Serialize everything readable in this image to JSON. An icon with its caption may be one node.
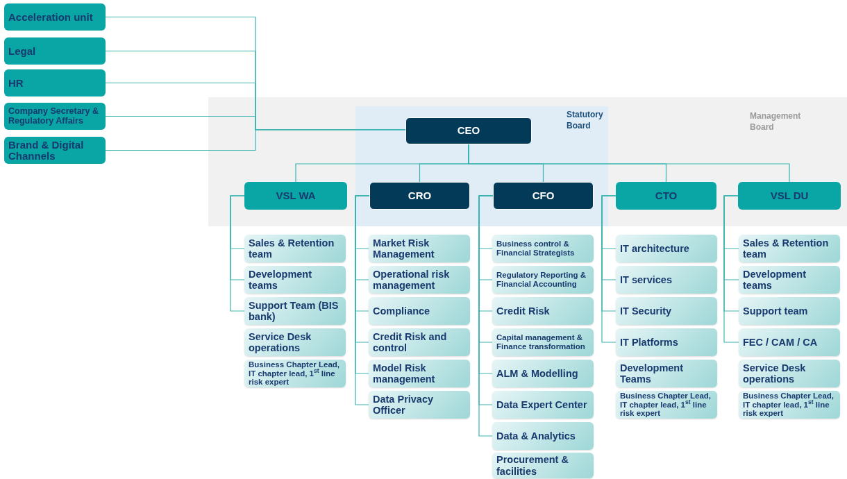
{
  "diagram": {
    "nodes": [
      {
        "text": [
          "Acceleration unit"
        ]
      },
      {
        "text": [
          "Legal"
        ]
      },
      {
        "text": [
          "HR"
        ]
      },
      {
        "text": [
          "Company Secretary & Regulatory Affairs"
        ]
      },
      {
        "text": [
          "Brand & Digital Channels"
        ]
      },
      {
        "text": [
          "Management Board"
        ]
      },
      {
        "text": [
          "Statutory Board"
        ],
        "in": 5
      },
      {
        "text": [
          "CEO"
        ],
        "in": 6
      },
      {
        "text": [
          "VSL WA"
        ],
        "in": 5
      },
      {
        "text": [
          "CRO"
        ],
        "in": 6
      },
      {
        "text": [
          "CFO"
        ],
        "in": 6
      },
      {
        "text": [
          "CTO"
        ],
        "in": 5
      },
      {
        "text": [
          "VSL DU"
        ],
        "in": 5
      },
      {
        "text": [
          "Sales & Retention team"
        ]
      },
      {
        "text": [
          "Development teams"
        ]
      },
      {
        "text": [
          "Support Team (BIS bank)"
        ]
      },
      {
        "text": [
          "Service Desk operations"
        ]
      },
      {
        "text": [
          "Business Chapter Lead, IT chapter lead, 1$^{st}$ line risk expert"
        ]
      },
      {
        "text": [
          "Market Risk Management"
        ]
      },
      {
        "text": [
          "Operational risk management"
        ]
      },
      {
        "text": [
          "Compliance"
        ]
      },
      {
        "text": [
          "Credit Risk and control"
        ]
      },
      {
        "text": [
          "Model Risk management"
        ]
      },
      {
        "text": [
          "Data Privacy Officer"
        ]
      },
      {
        "text": [
          "Business control & Financial Strategists"
        ]
      },
      {
        "text": [
          "Regulatory Reporting & Financial Accounting"
        ]
      },
      {
        "text": [
          "Credit Risk"
        ]
      },
      {
        "text": [
          "Capital management & Finance transformation"
        ]
      },
      {
        "text": [
          "ALM & Modelling"
        ]
      },
      {
        "text": [
          "Data Expert Center"
        ]
      },
      {
        "text": [
          "Data & Analytics"
        ]
      },
      {
        "text": [
          "Procurement & facilities"
        ]
      },
      {
        "text": [
          "IT architecture"
        ]
      },
      {
        "text": [
          "IT services"
        ]
      },
      {
        "text": [
          "IT Security"
        ]
      },
      {
        "text": [
          "IT Platforms"
        ]
      },
      {
        "text": [
          "Development Teams"
        ]
      },
      {
        "text": [
          "Business Chapter Lead, IT chapter lead, 1$^{st}$ line risk expert"
        ]
      },
      {
        "text": [
          "Sales & Retention team"
        ]
      },
      {
        "text": [
          "Development teams"
        ]
      },
      {
        "text": [
          "Support team"
        ]
      },
      {
        "text": [
          "FEC / CAM / CA"
        ]
      },
      {
        "text": [
          "Service Desk operations"
        ]
      },
      {
        "text": [
          "Business Chapter Lead, IT chapter lead, 1$^{st}$ line risk expert"
        ]
      }
    ],
    "edges": [
      {
        "from": 0,
        "to": 7,
        "arrow": "none"
      },
      {
        "from": 1,
        "to": 7,
        "arrow": "none"
      },
      {
        "from": 2,
        "to": 7,
        "arrow": "none"
      },
      {
        "from": 3,
        "to": 7,
        "arrow": "none"
      },
      {
        "from": 4,
        "to": 7,
        "arrow": "none"
      },
      {
        "from": 7,
        "to": 8,
        "arrow": "none"
      },
      {
        "from": 7,
        "to": 9,
        "arrow": "none"
      },
      {
        "from": 7,
        "to": 10,
        "arrow": "none"
      },
      {
        "from": 7,
        "to": 11,
        "arrow": "none"
      },
      {
        "from": 7,
        "to": 12,
        "arrow": "none"
      },
      {
        "from": 8,
        "to": 13,
        "arrow": "none"
      },
      {
        "from": 8,
        "to": 14,
        "arrow": "none"
      },
      {
        "from": 8,
        "to": 15,
        "arrow": "none"
      },
      {
        "from": 9,
        "to": 18,
        "arrow": "none"
      },
      {
        "from": 9,
        "to": 19,
        "arrow": "none"
      },
      {
        "from": 9,
        "to": 20,
        "arrow": "none"
      },
      {
        "from": 9,
        "to": 21,
        "arrow": "none"
      },
      {
        "from": 9,
        "to": 22,
        "arrow": "none"
      },
      {
        "from": 9,
        "to": 23,
        "arrow": "none"
      },
      {
        "from": 10,
        "to": 24,
        "arrow": "none"
      },
      {
        "from": 10,
        "to": 25,
        "arrow": "none"
      },
      {
        "from": 10,
        "to": 26,
        "arrow": "none"
      },
      {
        "from": 10,
        "to": 27,
        "arrow": "none"
      },
      {
        "from": 10,
        "to": 28,
        "arrow": "none"
      },
      {
        "from": 10,
        "to": 29,
        "arrow": "none"
      },
      {
        "from": 10,
        "to": 30,
        "arrow": "none"
      },
      {
        "from": 11,
        "to": 32,
        "arrow": "none"
      },
      {
        "from": 11,
        "to": 33,
        "arrow": "none"
      },
      {
        "from": 11,
        "to": 34,
        "arrow": "none"
      },
      {
        "from": 11,
        "to": 35,
        "arrow": "none"
      },
      {
        "from": 12,
        "to": 38,
        "arrow": "none"
      },
      {
        "from": 12,
        "to": 39,
        "arrow": "none"
      },
      {
        "from": 12,
        "to": 40,
        "arrow": "none"
      },
      {
        "from": 12,
        "to": 41,
        "arrow": "none"
      }
    ]
  }
}
